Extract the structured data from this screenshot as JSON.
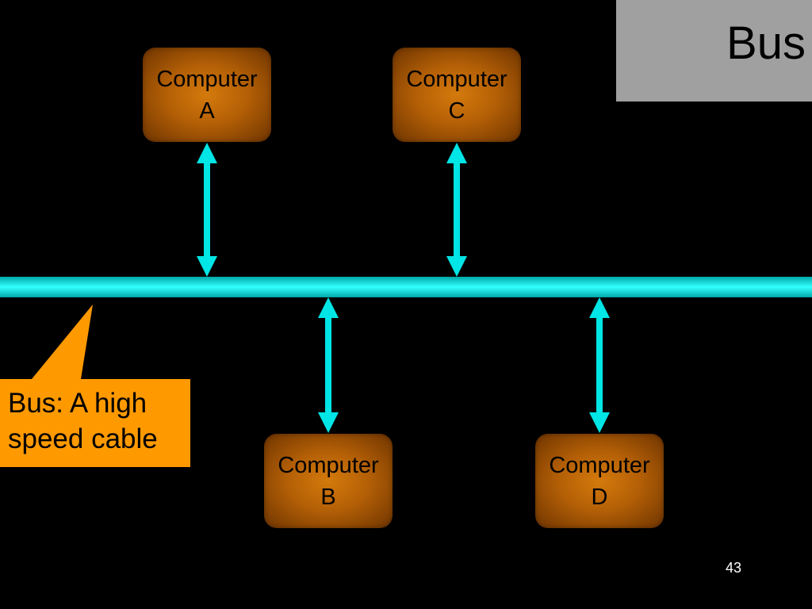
{
  "slide": {
    "title": "Bus",
    "page_number": "43"
  },
  "computers": [
    {
      "line1": "Computer",
      "line2": "A"
    },
    {
      "line1": "Computer",
      "line2": "C"
    },
    {
      "line1": "Computer",
      "line2": "B"
    },
    {
      "line1": "Computer",
      "line2": "D"
    }
  ],
  "callout": {
    "line1": "Bus: A high",
    "line2": "speed cable"
  },
  "colors": {
    "background": "#000000",
    "title_box": "#a0a0a0",
    "cable": "#00e5e5",
    "computer_box": "#b35f06",
    "callout": "#ff9900"
  }
}
